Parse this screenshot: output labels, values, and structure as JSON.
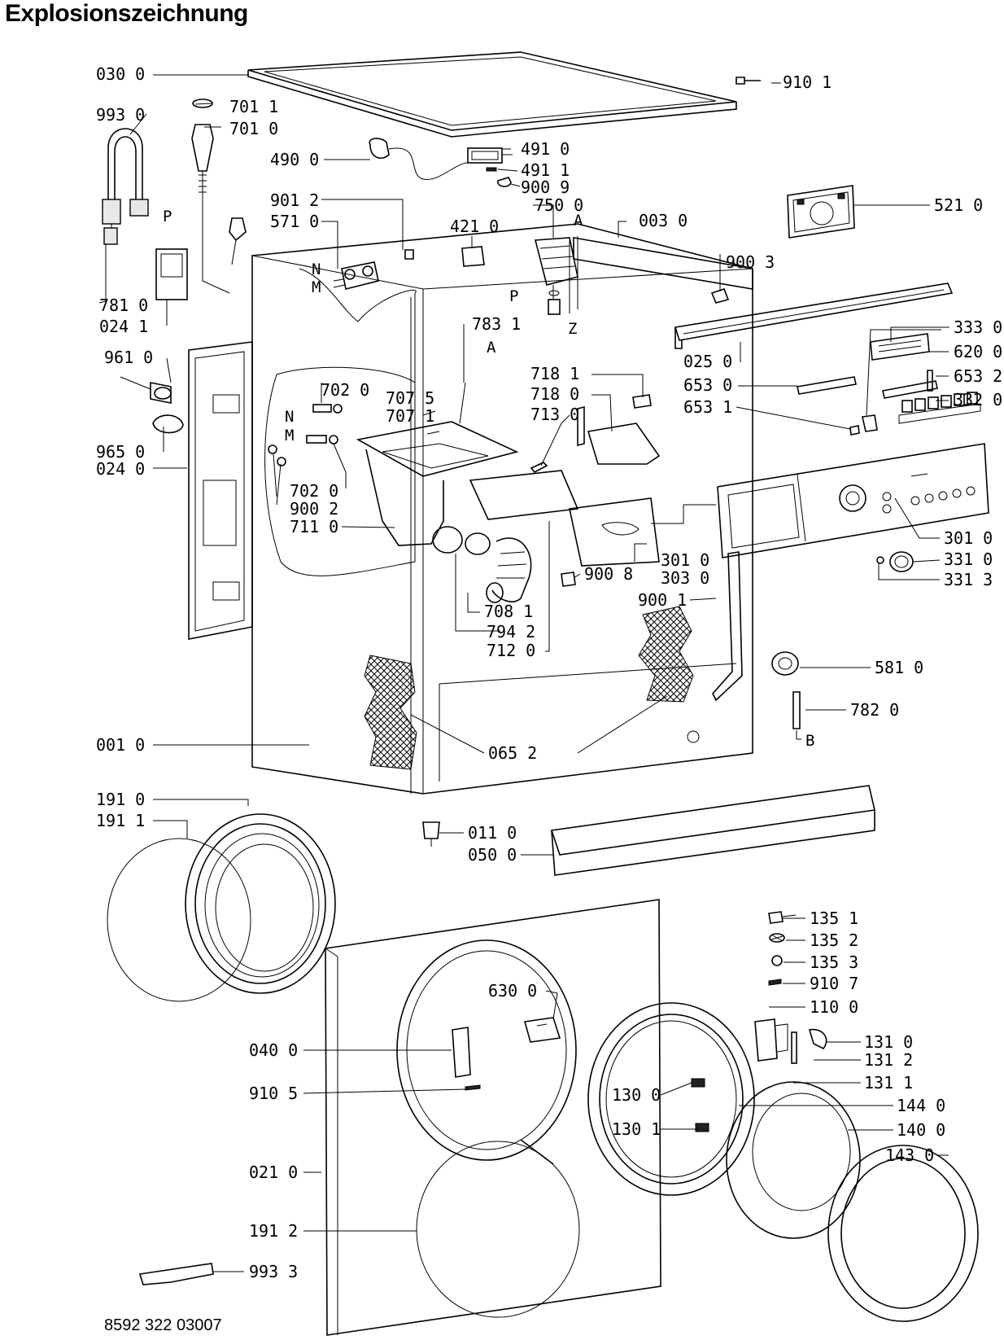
{
  "title": "Explosionszeichnung",
  "footer": "8592 322 03007",
  "labels": [
    {
      "id": "lbl-030-0",
      "text": "030 0"
    },
    {
      "id": "lbl-910-1",
      "text": "910 1"
    },
    {
      "id": "lbl-993-0",
      "text": "993 0"
    },
    {
      "id": "lbl-701-1",
      "text": "701 1"
    },
    {
      "id": "lbl-701-0",
      "text": "701 0"
    },
    {
      "id": "lbl-490-0",
      "text": "490 0"
    },
    {
      "id": "lbl-491-0",
      "text": "491 0"
    },
    {
      "id": "lbl-491-1",
      "text": "491 1"
    },
    {
      "id": "lbl-900-9",
      "text": "900 9"
    },
    {
      "id": "lbl-750-0",
      "text": "750 0"
    },
    {
      "id": "lbl-901-2",
      "text": "901 2"
    },
    {
      "id": "lbl-571-0",
      "text": "571 0"
    },
    {
      "id": "lbl-421-0",
      "text": "421 0"
    },
    {
      "id": "lbl-003-0",
      "text": "003 0"
    },
    {
      "id": "lbl-521-0",
      "text": "521 0"
    },
    {
      "id": "lbl-900-3",
      "text": "900 3"
    },
    {
      "id": "lbl-781-0",
      "text": "781 0"
    },
    {
      "id": "lbl-024-1",
      "text": "024 1"
    },
    {
      "id": "lbl-783-1",
      "text": "783 1"
    },
    {
      "id": "lbl-333-0",
      "text": "333 0"
    },
    {
      "id": "lbl-620-0",
      "text": "620 0"
    },
    {
      "id": "lbl-025-0",
      "text": "025 0"
    },
    {
      "id": "lbl-653-2",
      "text": "653 2"
    },
    {
      "id": "lbl-653-0",
      "text": "653 0"
    },
    {
      "id": "lbl-332-0",
      "text": "332 0"
    },
    {
      "id": "lbl-653-1",
      "text": "653 1"
    },
    {
      "id": "lbl-961-0",
      "text": "961 0"
    },
    {
      "id": "lbl-702-0a",
      "text": "702 0"
    },
    {
      "id": "lbl-707-5",
      "text": "707 5"
    },
    {
      "id": "lbl-707-1",
      "text": "707 1"
    },
    {
      "id": "lbl-718-1",
      "text": "718 1"
    },
    {
      "id": "lbl-718-0",
      "text": "718 0"
    },
    {
      "id": "lbl-713-0",
      "text": "713 0"
    },
    {
      "id": "lbl-965-0",
      "text": "965 0"
    },
    {
      "id": "lbl-024-0",
      "text": "024 0"
    },
    {
      "id": "lbl-702-0b",
      "text": "702 0"
    },
    {
      "id": "lbl-900-2",
      "text": "900 2"
    },
    {
      "id": "lbl-711-0",
      "text": "711 0"
    },
    {
      "id": "lbl-301-0a",
      "text": "301 0"
    },
    {
      "id": "lbl-331-0",
      "text": "331 0"
    },
    {
      "id": "lbl-331-3",
      "text": "331 3"
    },
    {
      "id": "lbl-301-0b",
      "text": "301 0"
    },
    {
      "id": "lbl-303-0",
      "text": "303 0"
    },
    {
      "id": "lbl-900-8",
      "text": "900 8"
    },
    {
      "id": "lbl-900-1",
      "text": "900 1"
    },
    {
      "id": "lbl-708-1",
      "text": "708 1"
    },
    {
      "id": "lbl-794-2",
      "text": "794 2"
    },
    {
      "id": "lbl-712-0",
      "text": "712 0"
    },
    {
      "id": "lbl-581-0",
      "text": "581 0"
    },
    {
      "id": "lbl-782-0",
      "text": "782 0"
    },
    {
      "id": "lbl-001-0",
      "text": "001 0"
    },
    {
      "id": "lbl-065-2",
      "text": "065 2"
    },
    {
      "id": "lbl-191-0",
      "text": "191 0"
    },
    {
      "id": "lbl-191-1",
      "text": "191 1"
    },
    {
      "id": "lbl-011-0",
      "text": "011 0"
    },
    {
      "id": "lbl-050-0",
      "text": "050 0"
    },
    {
      "id": "lbl-135-1",
      "text": "135 1"
    },
    {
      "id": "lbl-135-2",
      "text": "135 2"
    },
    {
      "id": "lbl-135-3",
      "text": "135 3"
    },
    {
      "id": "lbl-910-7",
      "text": "910 7"
    },
    {
      "id": "lbl-110-0",
      "text": "110 0"
    },
    {
      "id": "lbl-630-0",
      "text": "630 0"
    },
    {
      "id": "lbl-131-0",
      "text": "131 0"
    },
    {
      "id": "lbl-131-2",
      "text": "131 2"
    },
    {
      "id": "lbl-131-1",
      "text": "131 1"
    },
    {
      "id": "lbl-040-0",
      "text": "040 0"
    },
    {
      "id": "lbl-910-5",
      "text": "910 5"
    },
    {
      "id": "lbl-130-0",
      "text": "130 0"
    },
    {
      "id": "lbl-144-0",
      "text": "144 0"
    },
    {
      "id": "lbl-130-1",
      "text": "130 1"
    },
    {
      "id": "lbl-140-0",
      "text": "140 0"
    },
    {
      "id": "lbl-143-0",
      "text": "143 0"
    },
    {
      "id": "lbl-021-0",
      "text": "021 0"
    },
    {
      "id": "lbl-191-2",
      "text": "191 2"
    },
    {
      "id": "lbl-993-3",
      "text": "993 3"
    }
  ],
  "letters": [
    {
      "id": "ltr-p1",
      "text": "P"
    },
    {
      "id": "ltr-a1",
      "text": "A"
    },
    {
      "id": "ltr-n1",
      "text": "N"
    },
    {
      "id": "ltr-m1",
      "text": "M"
    },
    {
      "id": "ltr-p2",
      "text": "P"
    },
    {
      "id": "ltr-z",
      "text": "Z"
    },
    {
      "id": "ltr-a2",
      "text": "A"
    },
    {
      "id": "ltr-n2",
      "text": "N"
    },
    {
      "id": "ltr-m2",
      "text": "M"
    },
    {
      "id": "ltr-b",
      "text": "B"
    }
  ]
}
